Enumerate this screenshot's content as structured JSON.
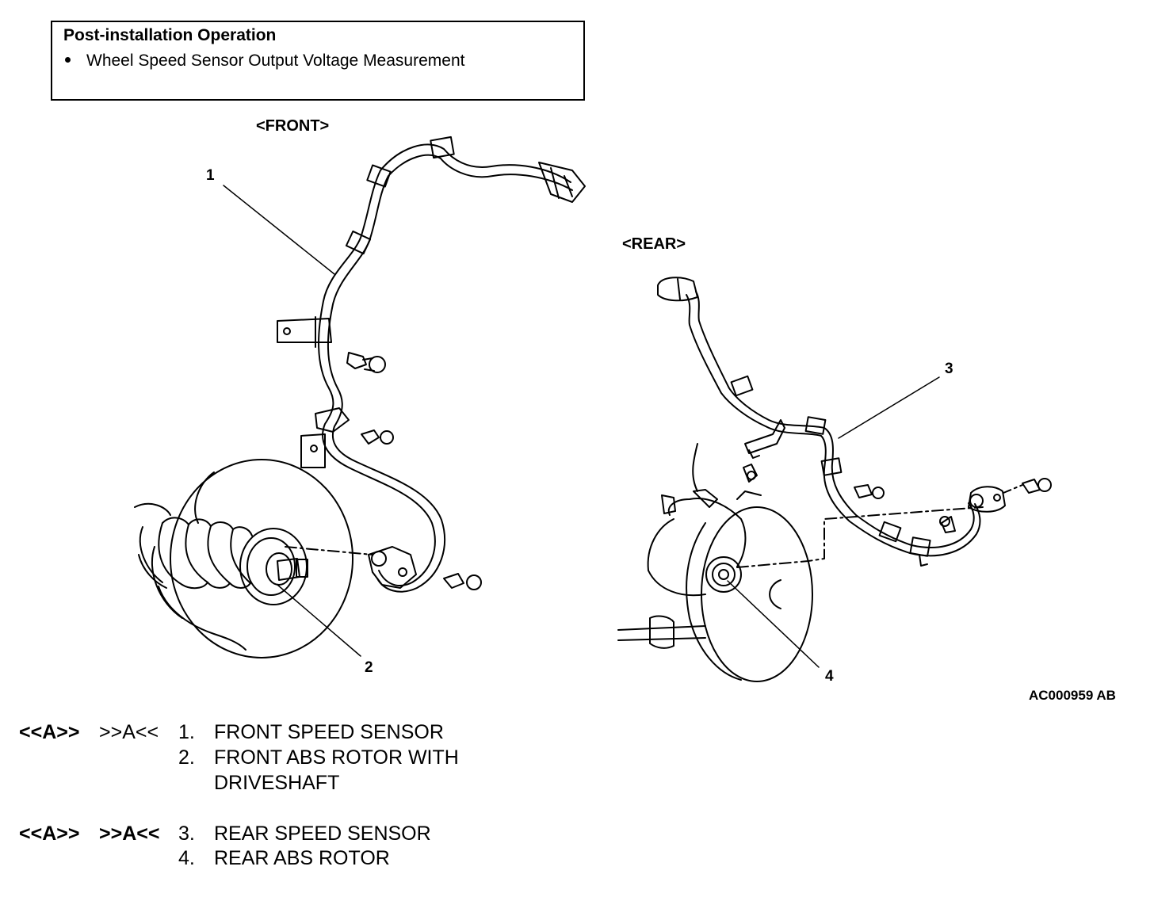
{
  "note_box": {
    "title": "Post-installation Operation",
    "items": [
      "Wheel Speed Sensor Output Voltage Measurement"
    ]
  },
  "views": {
    "front": "<FRONT>",
    "rear": "<REAR>"
  },
  "callouts": [
    "1",
    "2",
    "3",
    "4"
  ],
  "figure_code": "AC000959 AB",
  "legend": [
    {
      "removal_mark": "<<A>>",
      "install_mark": ">>A<<",
      "number": "1.",
      "label": "FRONT SPEED SENSOR"
    },
    {
      "removal_mark": "",
      "install_mark": "",
      "number": "2.",
      "label": "FRONT ABS ROTOR WITH"
    },
    {
      "removal_mark": "",
      "install_mark": "",
      "number": "",
      "label": "DRIVESHAFT"
    },
    {
      "removal_mark": "<<A>>",
      "install_mark": ">>A<<",
      "number": "3.",
      "label": "REAR SPEED SENSOR"
    },
    {
      "removal_mark": "",
      "install_mark": "",
      "number": "4.",
      "label": "REAR ABS ROTOR"
    }
  ]
}
